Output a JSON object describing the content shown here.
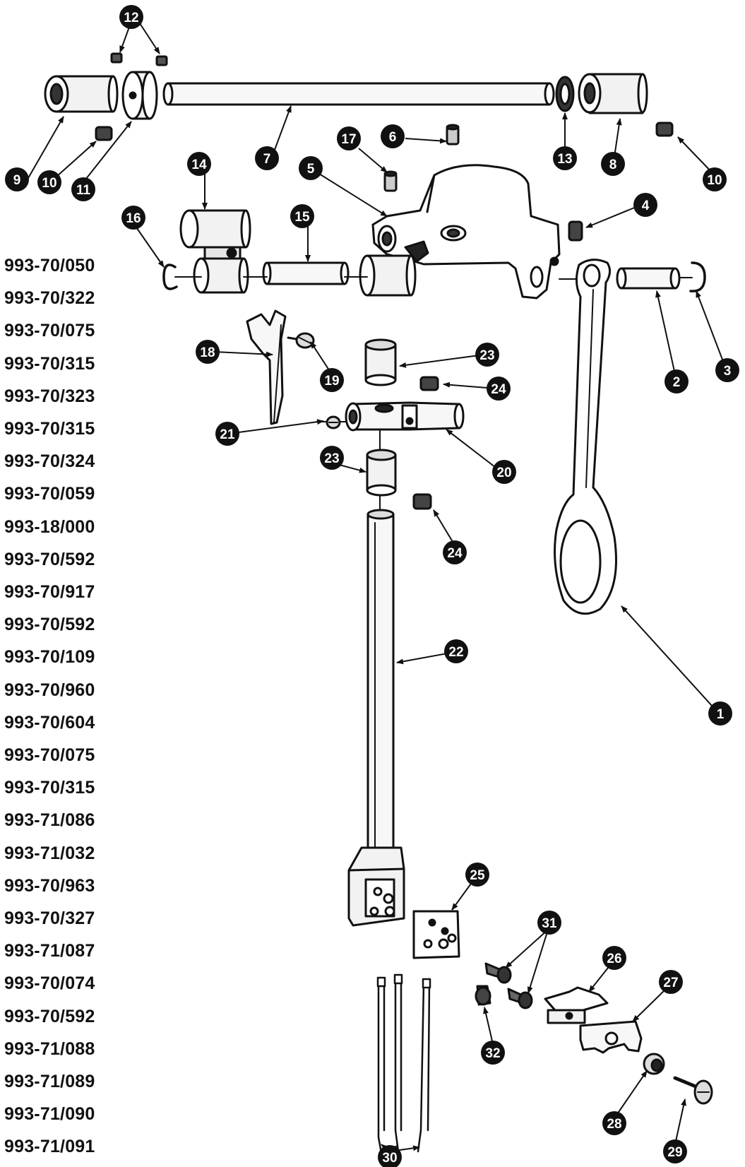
{
  "part_numbers": [
    "993-70/050",
    "993-70/322",
    "993-70/075",
    "993-70/315",
    "993-70/323",
    "993-70/315",
    "993-70/324",
    "993-70/059",
    "993-18/000",
    "993-70/592",
    "993-70/917",
    "993-70/592",
    "993-70/109",
    "993-70/960",
    "993-70/604",
    "993-70/075",
    "993-70/315",
    "993-71/086",
    "993-71/032",
    "993-70/963",
    "993-70/327",
    "993-71/087",
    "993-70/074",
    "993-70/592",
    "993-71/088",
    "993-71/089",
    "993-71/090",
    "993-71/091"
  ],
  "callouts": [
    "1",
    "2",
    "3",
    "4",
    "5",
    "6",
    "7",
    "8",
    "9",
    "10",
    "10",
    "11",
    "12",
    "13",
    "14",
    "15",
    "16",
    "17",
    "18",
    "19",
    "20",
    "21",
    "22",
    "23",
    "23",
    "24",
    "24",
    "25",
    "26",
    "27",
    "28",
    "29",
    "30",
    "31",
    "32"
  ],
  "colors": {
    "ink": "#111111",
    "paper": "#ffffff",
    "shade": "#dddddd"
  }
}
